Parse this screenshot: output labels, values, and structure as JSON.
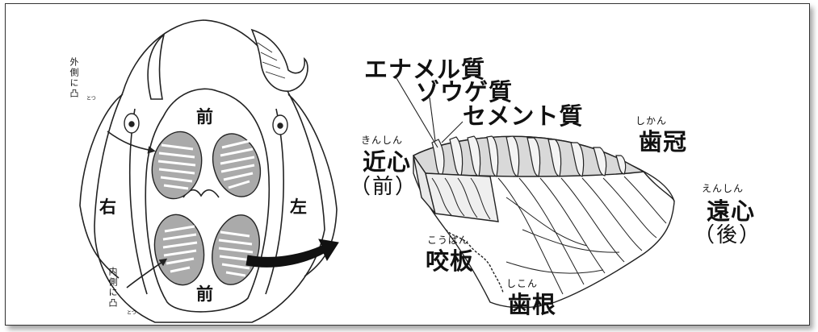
{
  "outer_notes": {
    "outer_convex": "外側に凸",
    "outer_convex_ruby": "とつ",
    "inner_convex": "内側に凸",
    "inner_convex_ruby": "とつ"
  },
  "directions": {
    "front_top": "前",
    "front_bottom": "前",
    "right": "右",
    "left": "左"
  },
  "tooth_parts": {
    "enamel": "エナメル質",
    "dentin": "ゾウゲ質",
    "cement": "セメント質",
    "mesial_ruby": "きんしん",
    "mesial": "近心",
    "mesial_sub": "（前）",
    "crown_ruby": "しかん",
    "crown": "歯冠",
    "distal_ruby": "えんしん",
    "distal": "遠心",
    "distal_sub": "（後）",
    "occlusal_ruby": "こうばん",
    "occlusal": "咬板",
    "root_ruby": "しこん",
    "root": "歯根"
  }
}
